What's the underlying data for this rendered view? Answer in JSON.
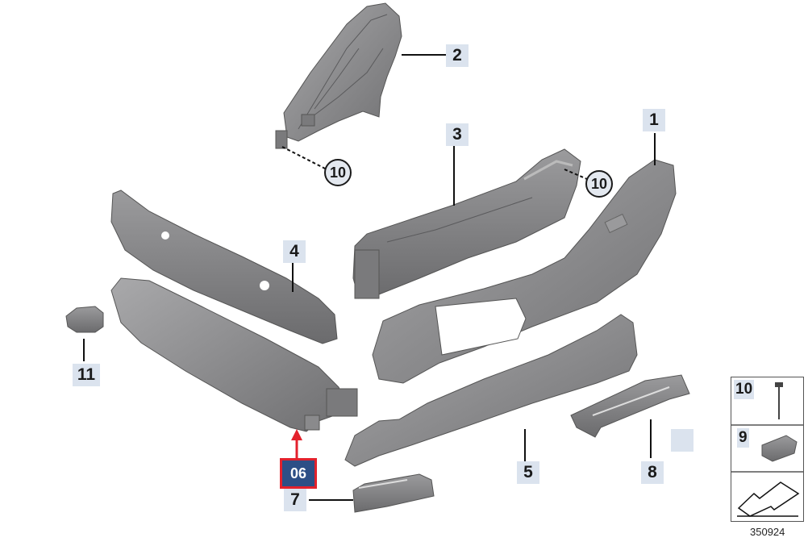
{
  "callouts": {
    "c1": "1",
    "c2": "2",
    "c3": "3",
    "c4": "4",
    "c5": "5",
    "c7": "7",
    "c8": "8",
    "c11": "11",
    "c10a": "10",
    "c10b": "10"
  },
  "highlight": {
    "label": "06",
    "color": "#2d4f86",
    "border": "#e3212c"
  },
  "legend": {
    "row1": "10",
    "row2": "9"
  },
  "diagram_number": "350924",
  "colors": {
    "part_fill": "#8d8d8f",
    "part_dark": "#6e6e70",
    "callout_bg": "#dbe3ee"
  }
}
